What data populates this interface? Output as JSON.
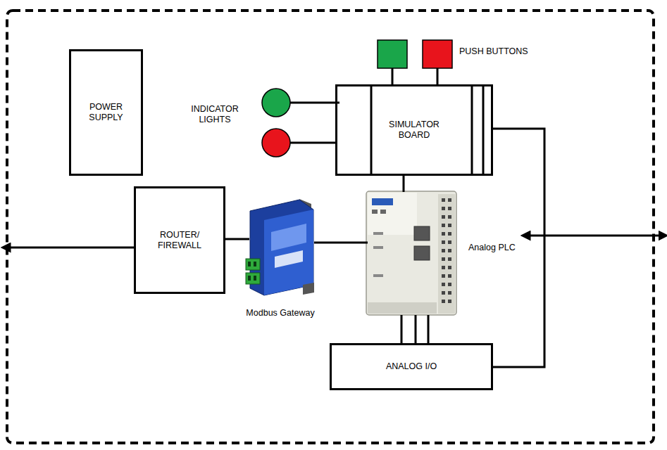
{
  "diagram": {
    "nodes": [
      {
        "text": [
          "POWER SUPPLY"
        ]
      },
      {
        "text": [
          "SIMULATOR BOARD"
        ]
      },
      {
        "text": [
          "ROUTER/ FIREWALL"
        ]
      },
      {
        "text": [
          "Modbus Gateway"
        ]
      },
      {
        "text": [
          "Analog PLC"
        ]
      },
      {
        "text": [
          "ANALOG I/O"
        ]
      }
    ],
    "edges": [
      {
        "from": 2,
        "to": 3,
        "arrow": "none"
      },
      {
        "from": 3,
        "to": 4,
        "arrow": "none"
      },
      {
        "from": 1,
        "to": 4,
        "arrow": "none"
      },
      {
        "from": 4,
        "to": 5,
        "arrow": "none"
      },
      {
        "from": 1,
        "to": 5,
        "arrow": "none"
      }
    ],
    "labels": [
      "PUSH BUTTONS",
      "INDICATOR LIGHTS"
    ]
  }
}
